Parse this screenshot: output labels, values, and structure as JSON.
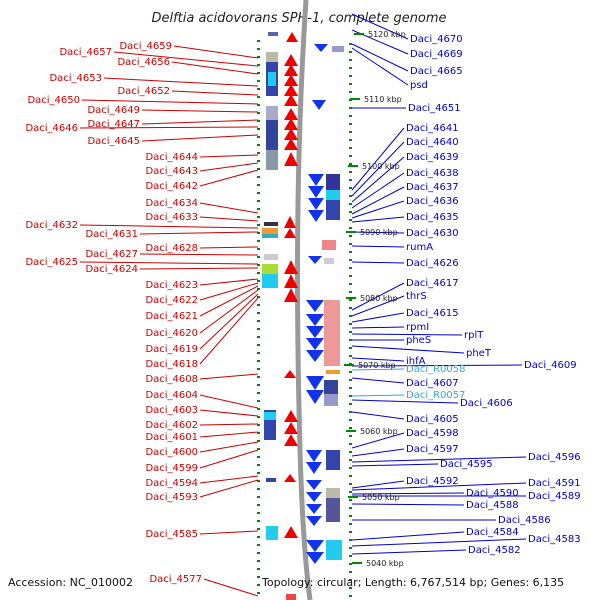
{
  "title": "Delftia acidovorans SPH-1, complete genome",
  "footer": {
    "accession": "Accession: NC_010002",
    "topology": "Topology: circular; Length: 6,767,514 bp; Genes: 6,135"
  },
  "colors": {
    "left_label": "#cc0000",
    "right_label": "#0000cc",
    "rna_label": "#33aadd",
    "axis": "#999999",
    "tick": "#008800"
  },
  "kbp_ticks": [
    "5120 kbp",
    "5110 kbp",
    "5100 kbp",
    "5090 kbp",
    "5080 kbp",
    "5070 kbp",
    "5060 kbp",
    "5050 kbp",
    "5040 kbp"
  ],
  "left_labels": [
    "Daci_4659",
    "Daci_4657",
    "Daci_4656",
    "Daci_4653",
    "Daci_4652",
    "Daci_4650",
    "Daci_4649",
    "Daci_4647",
    "Daci_4646",
    "Daci_4645",
    "Daci_4644",
    "Daci_4643",
    "Daci_4642",
    "Daci_4634",
    "Daci_4633",
    "Daci_4632",
    "Daci_4631",
    "Daci_4628",
    "Daci_4627",
    "Daci_4625",
    "Daci_4624",
    "Daci_4623",
    "Daci_4622",
    "Daci_4621",
    "Daci_4620",
    "Daci_4619",
    "Daci_4618",
    "Daci_4608",
    "Daci_4604",
    "Daci_4603",
    "Daci_4602",
    "Daci_4601",
    "Daci_4600",
    "Daci_4599",
    "Daci_4594",
    "Daci_4593",
    "Daci_4585",
    "Daci_4577"
  ],
  "right_labels": [
    "Daci_4670",
    "Daci_4669",
    "Daci_4665",
    "psd",
    "Daci_4651",
    "Daci_4641",
    "Daci_4640",
    "Daci_4639",
    "Daci_4638",
    "Daci_4637",
    "Daci_4636",
    "Daci_4635",
    "Daci_4630",
    "rumA",
    "Daci_4626",
    "Daci_4617",
    "thrS",
    "Daci_4615",
    "rpmI",
    "rplT",
    "pheS",
    "pheT",
    "ihfA",
    "Daci_4609",
    "Daci_R0058",
    "Daci_4607",
    "Daci_R0057",
    "Daci_4606",
    "Daci_4605",
    "Daci_4598",
    "Daci_4597",
    "Daci_4596",
    "Daci_4595",
    "Daci_4592",
    "Daci_4591",
    "Daci_4590",
    "Daci_4589",
    "Daci_4588",
    "Daci_4586",
    "Daci_4584",
    "Daci_4583",
    "Daci_4582"
  ]
}
